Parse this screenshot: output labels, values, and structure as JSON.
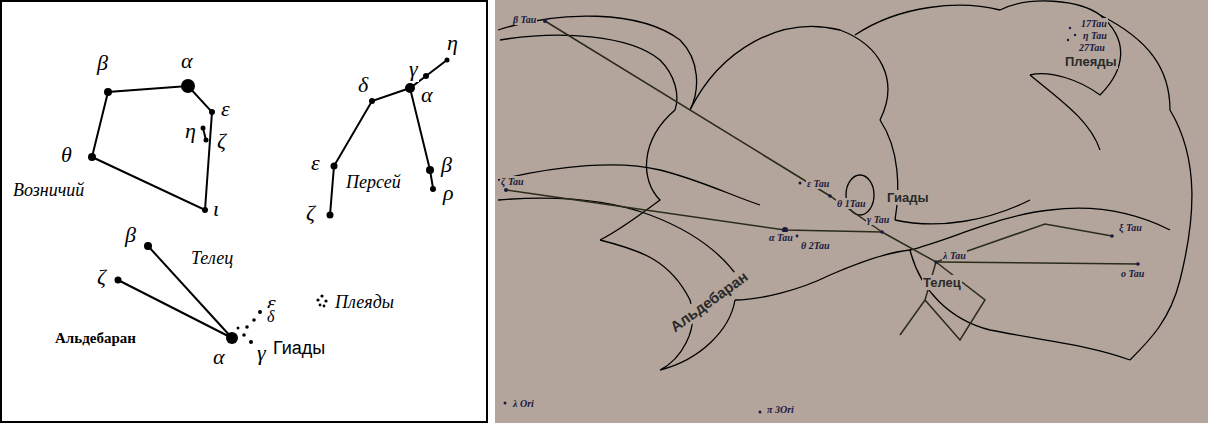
{
  "diagram": {
    "labels": [
      "β",
      "α",
      "ε",
      "η",
      "ζ",
      "θ",
      "ι",
      "Возничий",
      "γ",
      "η",
      "δ",
      "α",
      "ε",
      "β",
      "ρ",
      "ζ",
      "Персей",
      "β",
      "Телец",
      "ζ",
      "ε",
      "δ",
      "Альдебаран",
      "α",
      "γ",
      "Гиады",
      "Плеяды",
      "β Tau",
      "17Tau",
      "η Tau",
      "27Tau",
      "Плеяды",
      "ε Tau",
      "θ 1Tau",
      "Гиады",
      "ζ Tau",
      "α Tau",
      "θ 2Tau",
      "γ Tau",
      "λ Tau",
      "Телец",
      "ξ Tau",
      "ο Tau",
      "Альдебаран",
      "λ Ori",
      "π 3Ori"
    ]
  }
}
